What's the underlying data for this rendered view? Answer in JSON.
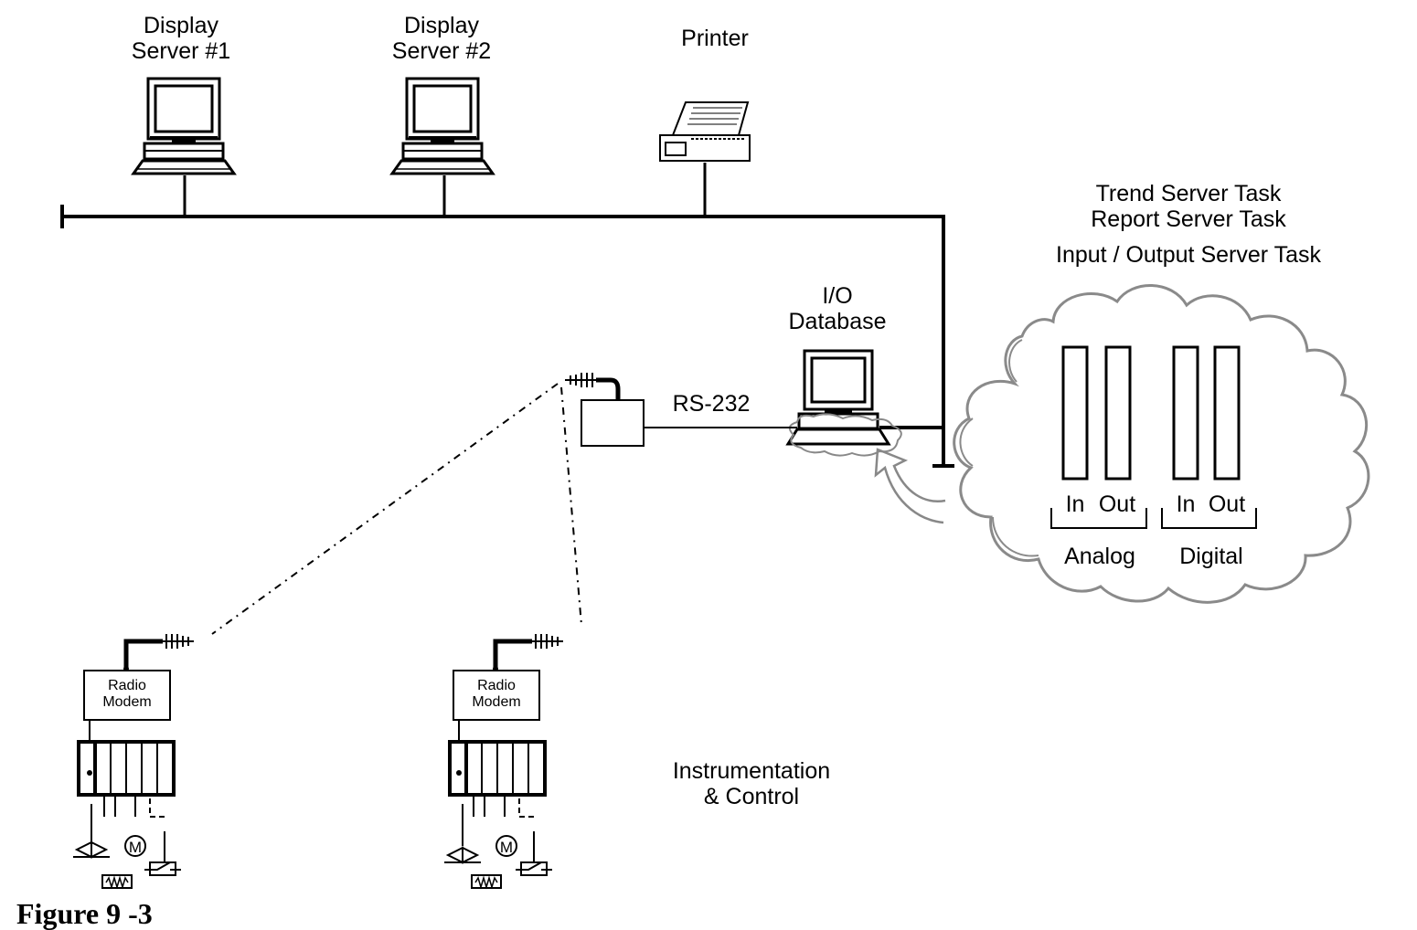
{
  "nodes": {
    "display1": "Display\nServer #1",
    "display2": "Display\nServer #2",
    "printer": "Printer",
    "io_database": "I/O\nDatabase",
    "rs232": "RS-232",
    "radio_modem_1": "Radio\nModem",
    "radio_modem_2": "Radio\nModem",
    "instrumentation": "Instrumentation\n& Control"
  },
  "cloud": {
    "task1": "Trend Server Task",
    "task2": "Report Server Task",
    "task3": "Input / Output Server Task",
    "analog_in": "In",
    "analog_out": "Out",
    "digital_in": "In",
    "digital_out": "Out",
    "analog": "Analog",
    "digital": "Digital"
  },
  "motor_symbol_1": "M",
  "motor_symbol_2": "M",
  "caption": "Figure 9 -3"
}
